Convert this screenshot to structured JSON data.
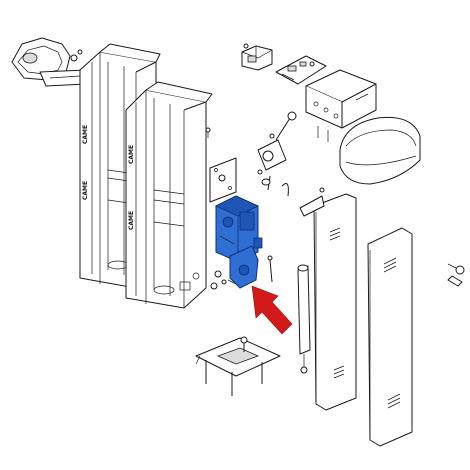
{
  "diagram": {
    "brand_marks": [
      "CAME",
      "CAME",
      "CAME",
      "CAME"
    ],
    "colors": {
      "line": "#1a1a1a",
      "highlight": "#2f6fd3",
      "arrow": "#d21a1a",
      "background": "#ffffff"
    },
    "parts": [
      "bracket-top-left",
      "cabinet-housing-left",
      "cabinet-housing-right",
      "transformer",
      "control-board",
      "control-box",
      "top-cover",
      "plate-bracket",
      "gearmotor-highlighted",
      "balancing-spring",
      "foundation-plate",
      "side-panel-left",
      "side-panel-right",
      "end-fitting-right"
    ],
    "pointer_icon": "arrow-up-left-icon"
  }
}
